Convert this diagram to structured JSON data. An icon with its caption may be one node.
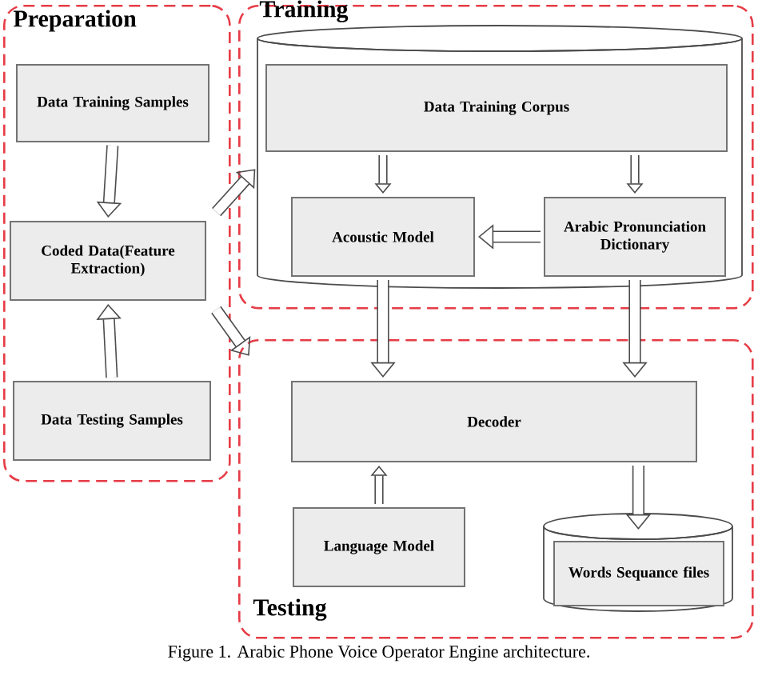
{
  "diagram": {
    "caption": "Figure 1.   Arabic Phone Voice Operator Engine architecture.",
    "nodes": [
      {
        "text": [
          "Preparation"
        ]
      },
      {
        "text": [
          "Data Training Samples"
        ],
        "in": 0
      },
      {
        "text": [
          "Coded Data(Feature Extraction)"
        ],
        "in": 0
      },
      {
        "text": [
          "Data Testing Samples"
        ],
        "in": 0
      },
      {
        "text": [
          "Training"
        ]
      },
      {
        "text": [],
        "shape": "cylinder",
        "in": 4
      },
      {
        "text": [
          "Data Training Corpus"
        ],
        "in": 5
      },
      {
        "text": [
          "Acoustic Model"
        ],
        "in": 5
      },
      {
        "text": [
          "Arabic Pronunciation Dictionary"
        ],
        "in": 5
      },
      {
        "text": [
          "Testing"
        ]
      },
      {
        "text": [
          "Decoder"
        ],
        "in": 9
      },
      {
        "text": [
          "Language Model"
        ],
        "in": 9
      },
      {
        "text": [],
        "shape": "cylinder",
        "in": 9
      },
      {
        "text": [
          "Words Sequance files"
        ],
        "in": 12
      }
    ],
    "edges": [
      {
        "from": 1,
        "to": 2,
        "arrow": "to"
      },
      {
        "from": 3,
        "to": 2,
        "arrow": "to"
      },
      {
        "from": 2,
        "to": 5,
        "arrow": "to"
      },
      {
        "from": 2,
        "to": 9,
        "arrow": "to"
      },
      {
        "from": 6,
        "to": 7,
        "arrow": "to"
      },
      {
        "from": 6,
        "to": 8,
        "arrow": "to"
      },
      {
        "from": 8,
        "to": 7,
        "arrow": "to"
      },
      {
        "from": 7,
        "to": 10,
        "arrow": "to"
      },
      {
        "from": 8,
        "to": 10,
        "arrow": "to"
      },
      {
        "from": 11,
        "to": 10,
        "arrow": "to"
      },
      {
        "from": 10,
        "to": 12,
        "arrow": "to"
      }
    ]
  }
}
